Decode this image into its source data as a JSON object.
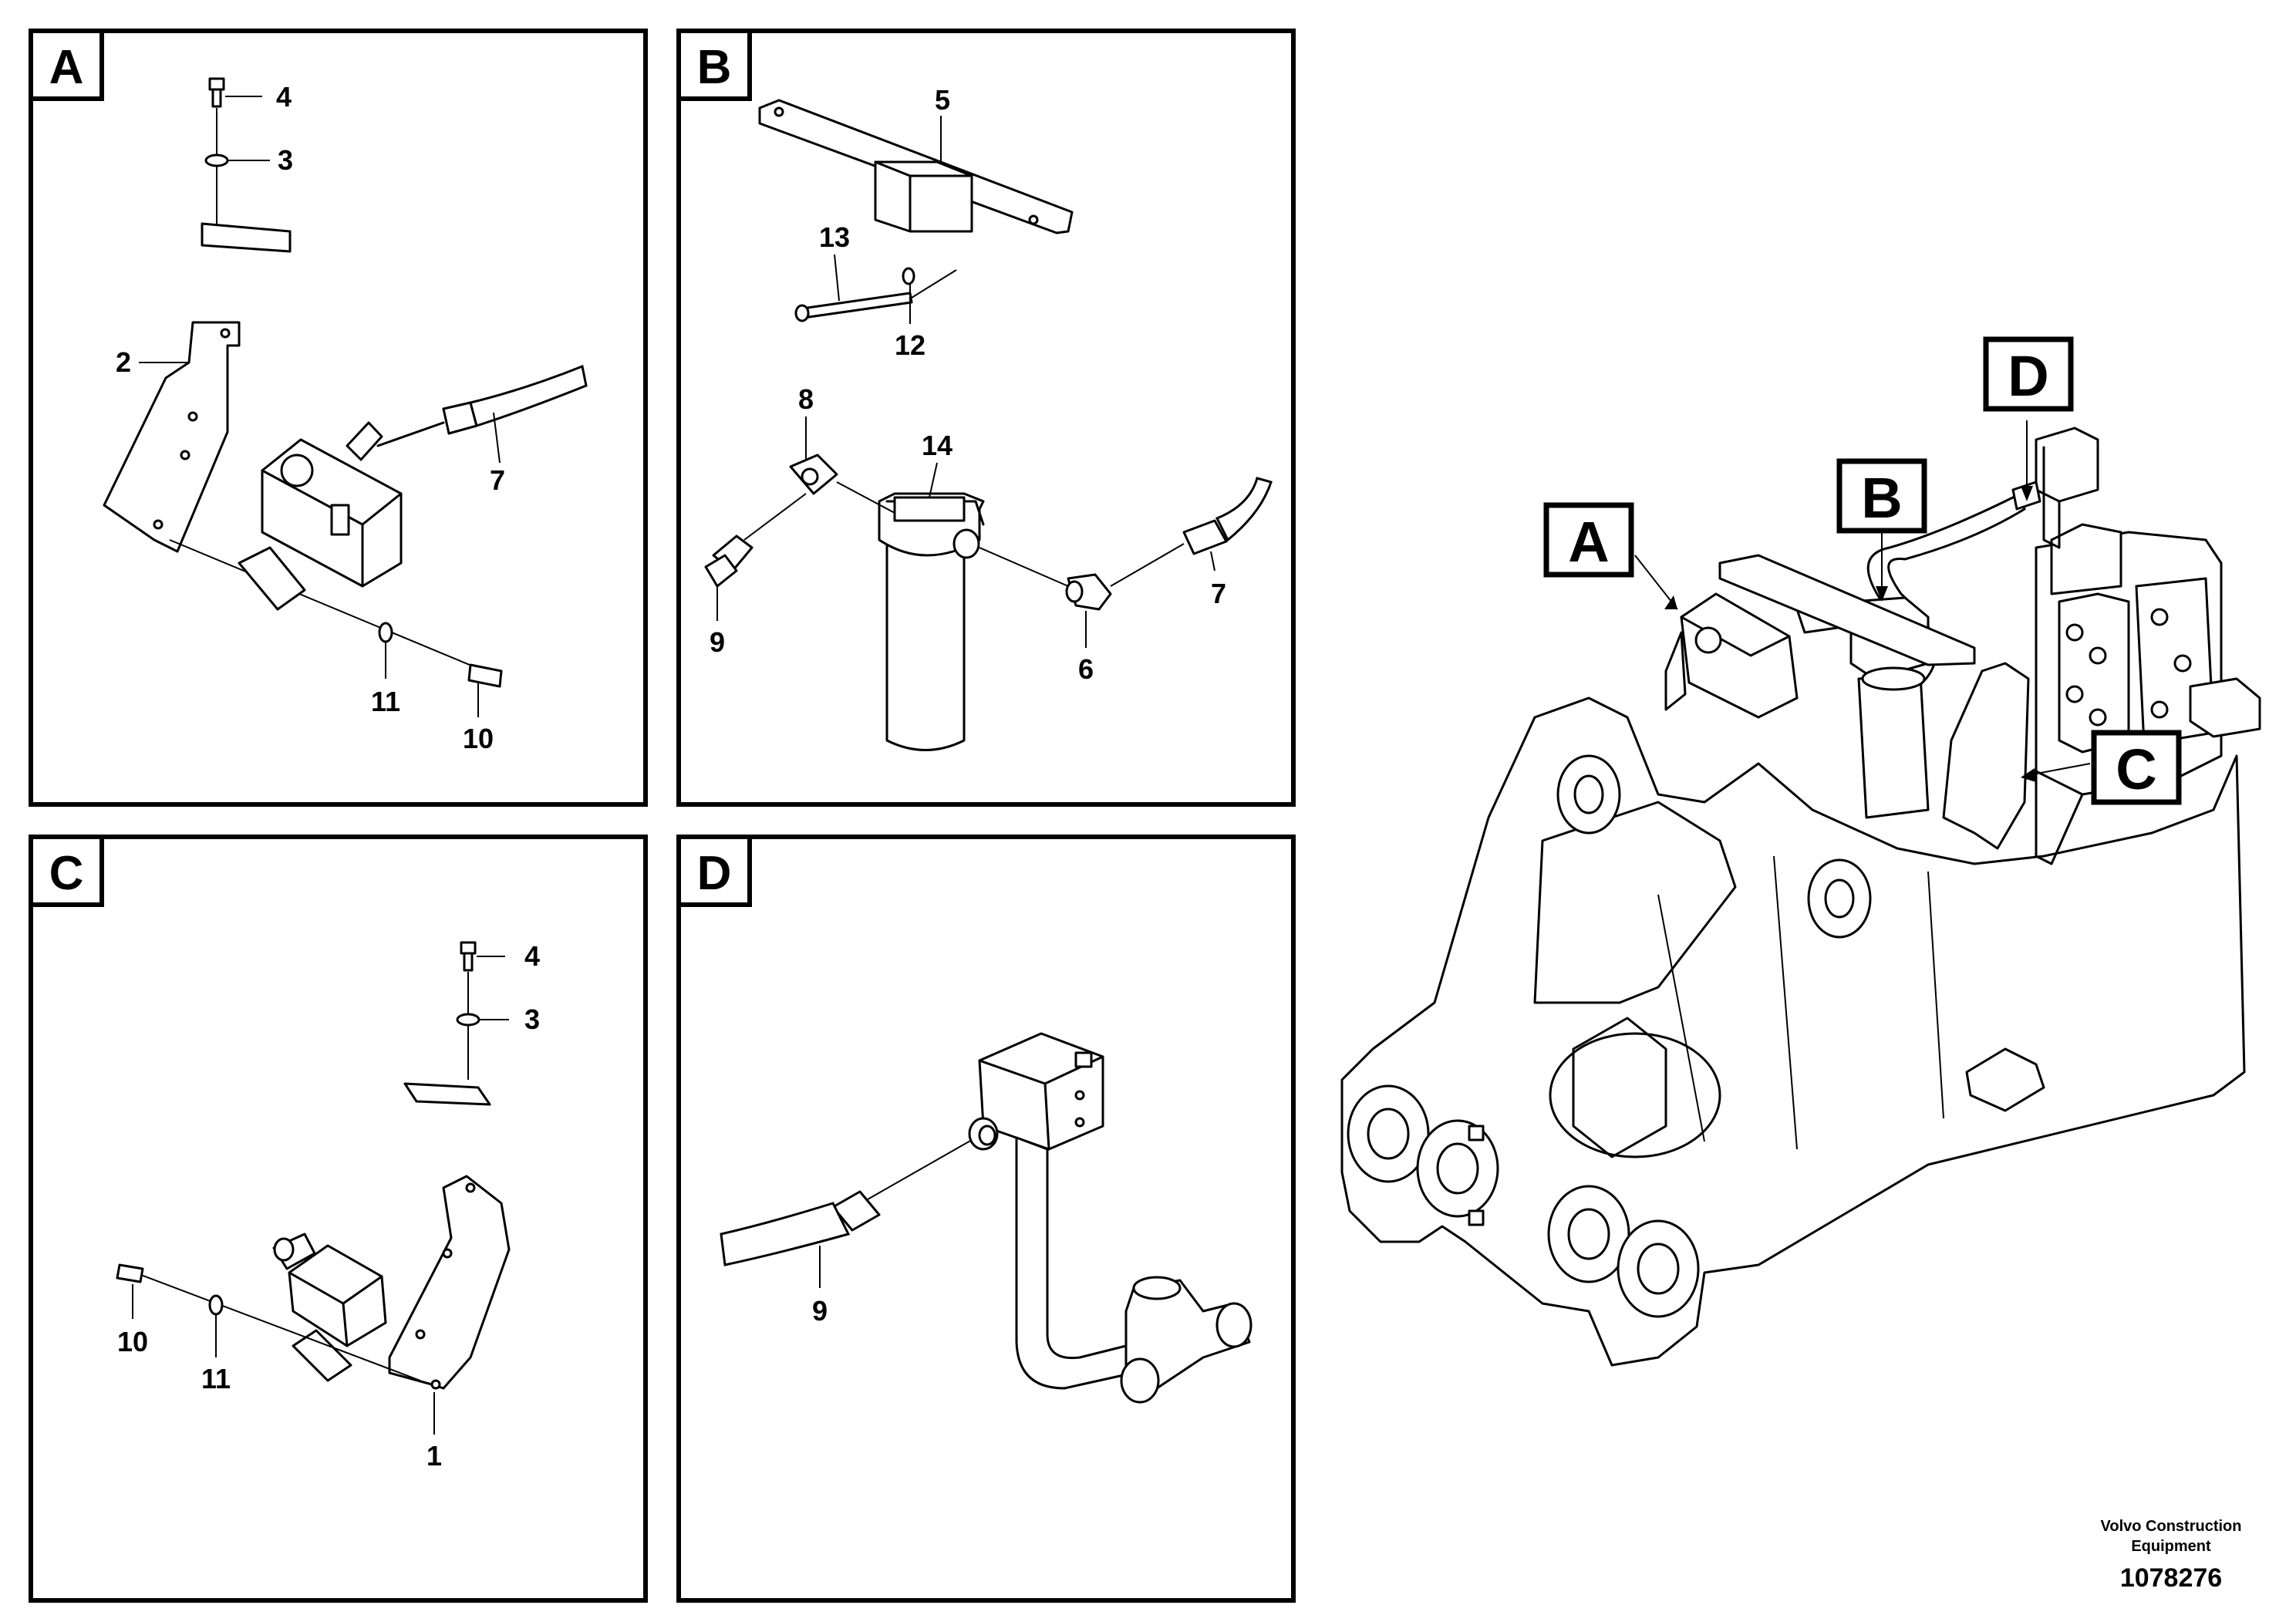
{
  "panels": [
    {
      "id": "A",
      "callouts": [
        "4",
        "3",
        "2",
        "7",
        "11",
        "10"
      ]
    },
    {
      "id": "B",
      "callouts": [
        "5",
        "13",
        "12",
        "8",
        "14",
        "9",
        "6",
        "7"
      ]
    },
    {
      "id": "C",
      "callouts": [
        "4",
        "3",
        "10",
        "11",
        "1"
      ]
    },
    {
      "id": "D",
      "callouts": [
        "9"
      ]
    }
  ],
  "overview": {
    "labels": [
      "A",
      "B",
      "C",
      "D"
    ]
  },
  "footer": {
    "company_line1": "Volvo Construction",
    "company_line2": "Equipment",
    "doc_number": "1078276"
  }
}
